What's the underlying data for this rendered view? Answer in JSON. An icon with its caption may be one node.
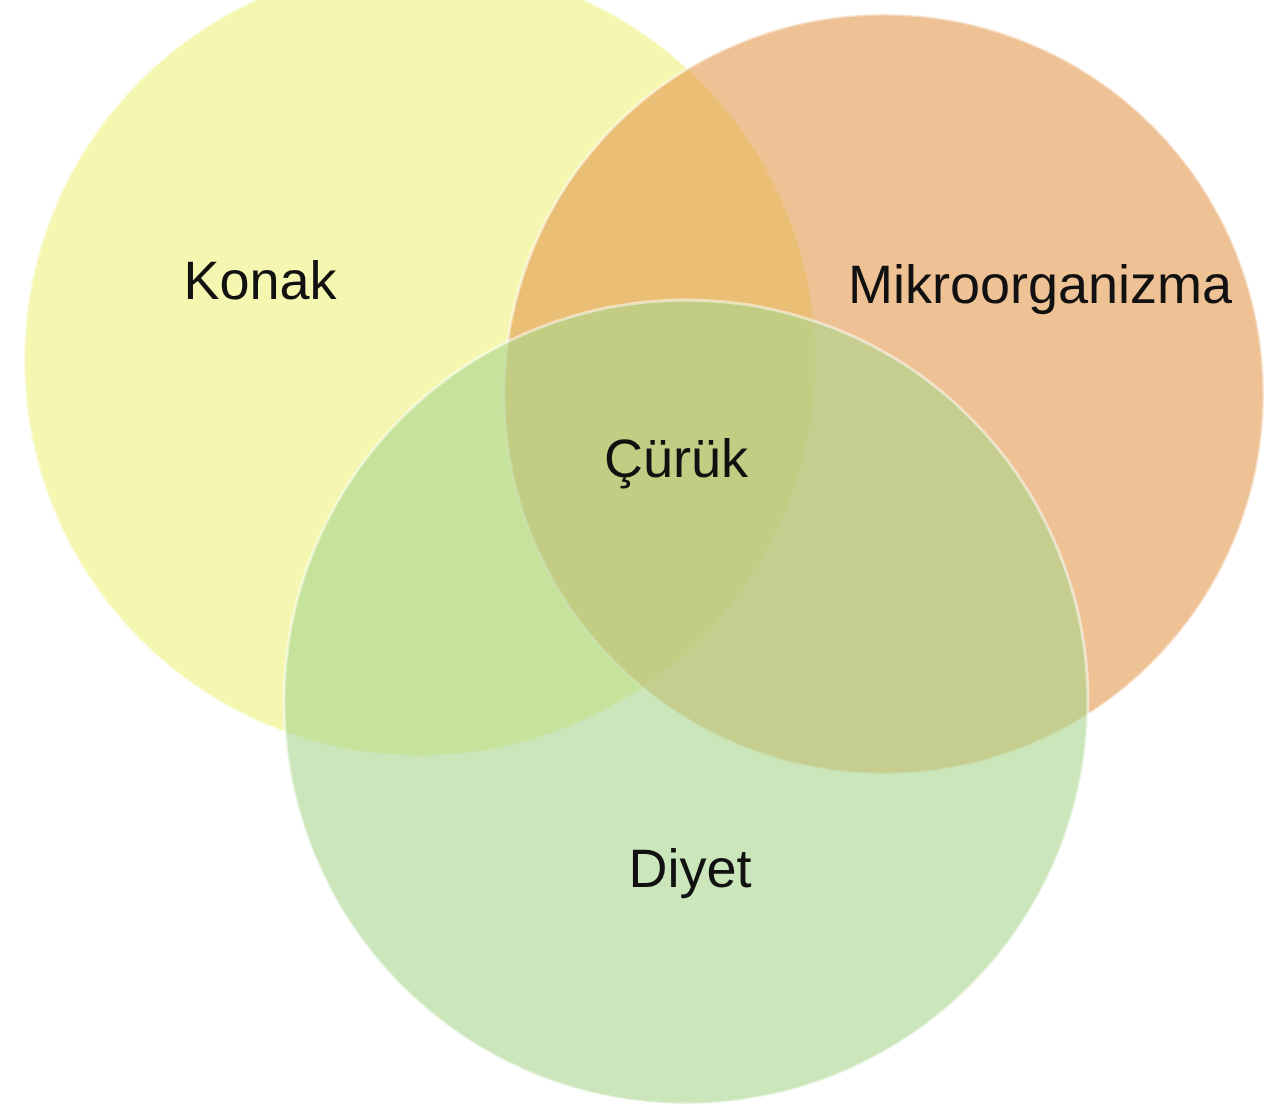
{
  "diagram": {
    "nodes": [
      {
        "text": [
          "Konak"
        ]
      },
      {
        "text": [
          "Mikroorganizma"
        ]
      },
      {
        "text": [
          "Diyet"
        ]
      }
    ],
    "edges": [],
    "labels": [
      "Çürük"
    ]
  }
}
